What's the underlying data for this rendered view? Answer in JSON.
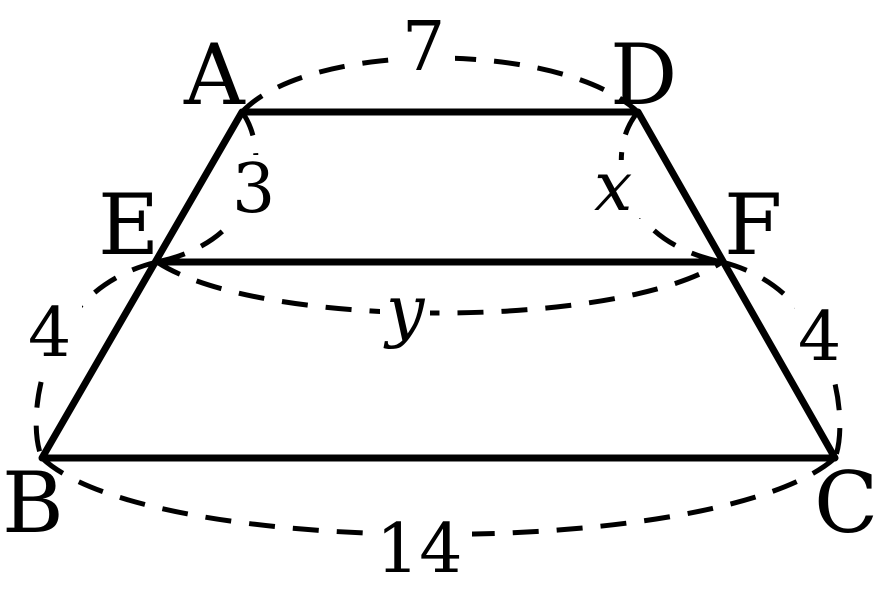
{
  "points": {
    "A": "A",
    "B": "B",
    "C": "C",
    "D": "D",
    "E": "E",
    "F": "F"
  },
  "measures": {
    "AD": "7",
    "AE": "3",
    "EB": "4",
    "DF": "x",
    "FC": "4",
    "EF": "y",
    "BC": "14"
  }
}
